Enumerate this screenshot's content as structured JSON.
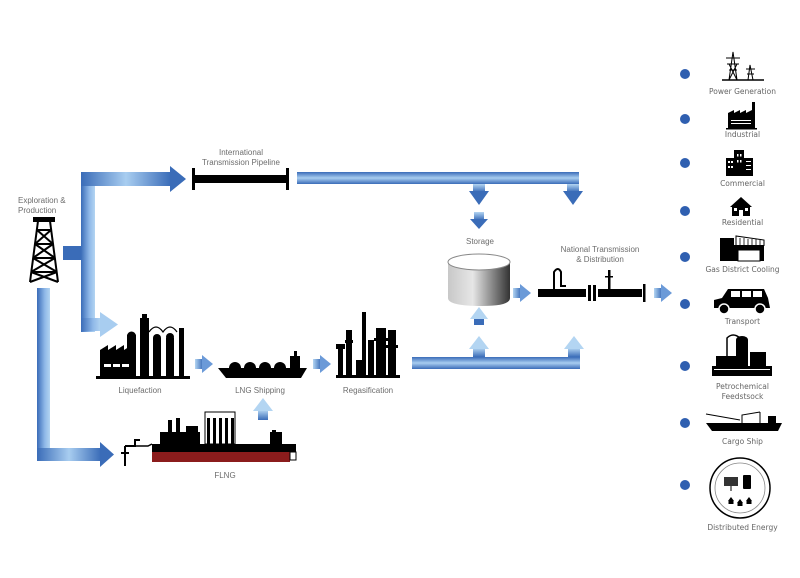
{
  "diagram": {
    "title": "Gas value chain",
    "colors": {
      "arrow_dark": "#3a6cb8",
      "arrow_light": "#b3d5f2",
      "icon": "#000000",
      "label": "#6d6d6d",
      "bullet": "#2f5fb0",
      "flng_hull": "#8b1c1c"
    },
    "nodes": {
      "exploration": "Exploration & Production",
      "exploration_l1": "Exploration &",
      "exploration_l2": "Production",
      "itp_l1": "International",
      "itp_l2": "Transmission Pipeline",
      "liquefaction": "Liquefaction",
      "lng_shipping": "LNG Shipping",
      "regasification": "Regasification",
      "flng": "FLNG",
      "storage": "Storage",
      "ntd_l1": "National Transmission",
      "ntd_l2": "& Distribution"
    },
    "end_uses": [
      {
        "label": "Power Generation",
        "icon": "power-tower-icon"
      },
      {
        "label": "Industrial",
        "icon": "factory-icon"
      },
      {
        "label": "Commercial",
        "icon": "office-building-icon"
      },
      {
        "label": "Residential",
        "icon": "house-icon"
      },
      {
        "label": "Gas District Cooling",
        "icon": "cooling-plant-icon"
      },
      {
        "label": "Transport",
        "icon": "car-icon"
      },
      {
        "label": "Petrochemical",
        "label2": "Feedstsock",
        "icon": "petrochemical-plant-icon"
      },
      {
        "label": "Cargo Ship",
        "icon": "cargo-ship-icon"
      },
      {
        "label": "Distributed Energy",
        "icon": "distributed-energy-icon"
      }
    ]
  }
}
